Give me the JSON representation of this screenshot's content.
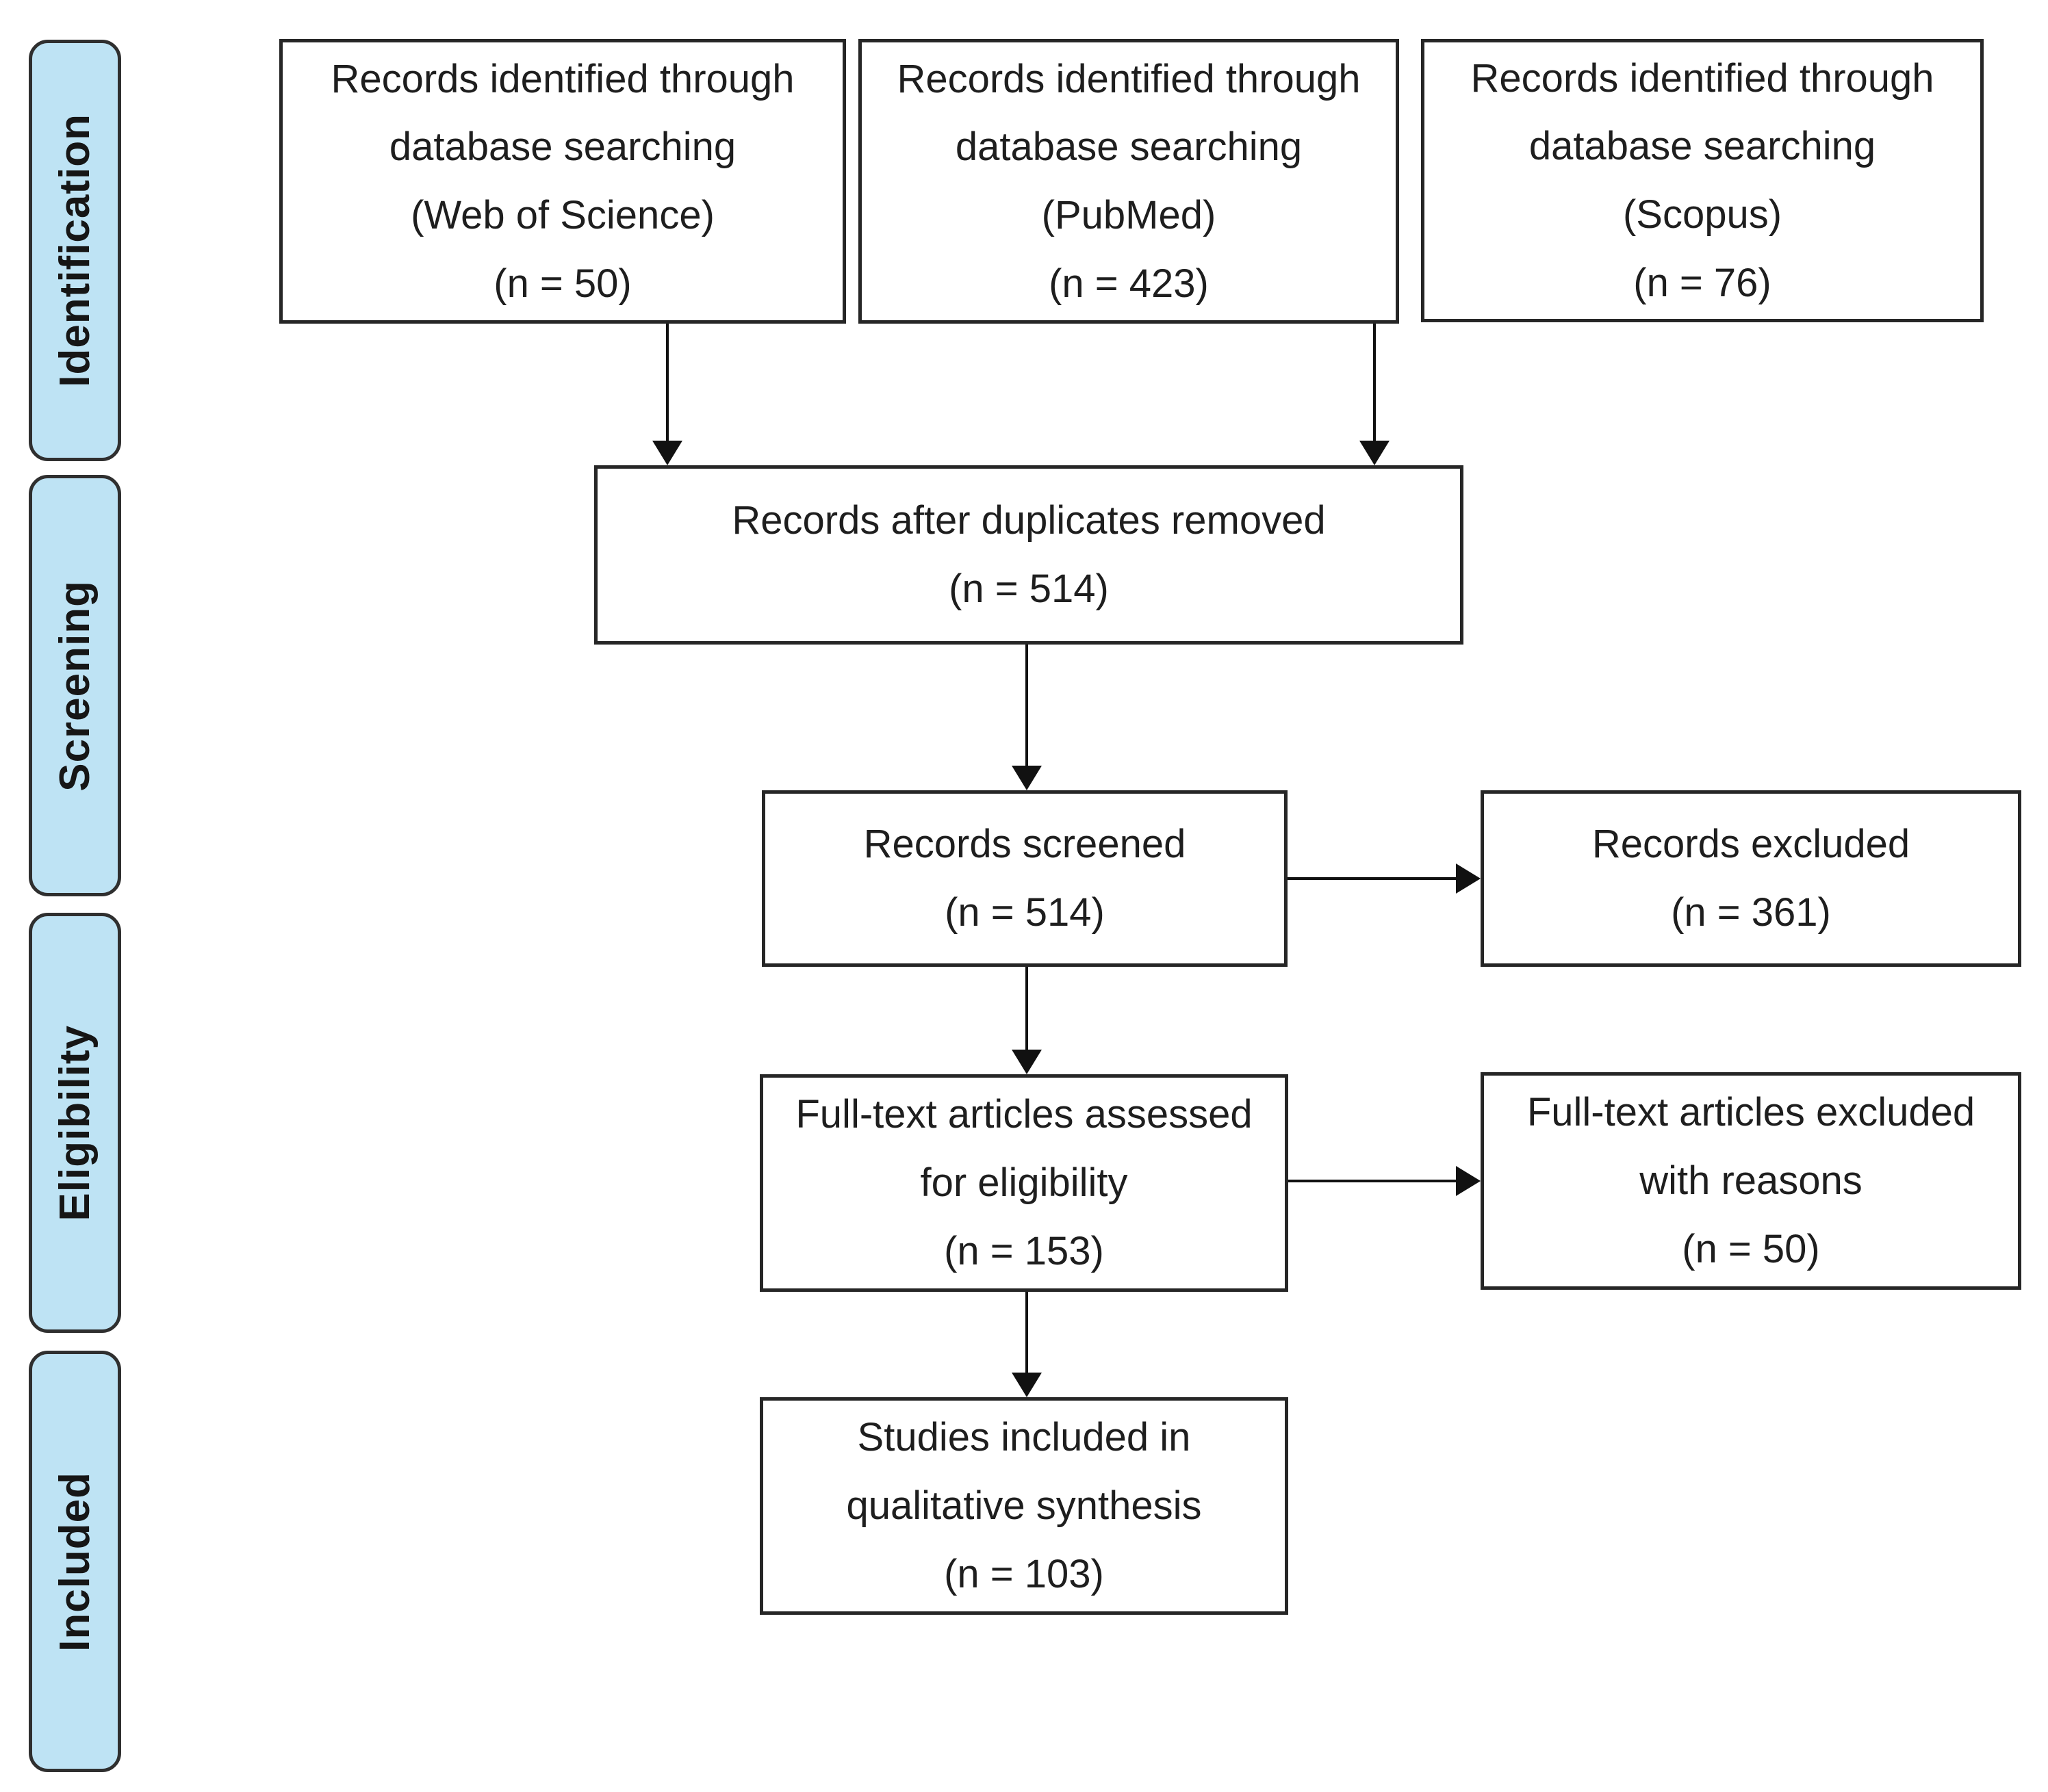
{
  "diagram_type": "PRISMA flow diagram",
  "colors": {
    "stage_tab_fill": "#bee3f4",
    "stage_tab_border": "#2f2f2f",
    "box_border": "#262626",
    "arrow": "#111111",
    "text": "#1e1e1e",
    "background": "#ffffff"
  },
  "stages": [
    {
      "label": "Identification"
    },
    {
      "label": "Screening"
    },
    {
      "label": "Eligibility"
    },
    {
      "label": "Included"
    }
  ],
  "boxes": {
    "wos": {
      "lines": [
        "Records identified through",
        "database searching",
        "(Web of Science)",
        "(n = 50)"
      ],
      "count": 50
    },
    "pubmed": {
      "lines": [
        "Records identified through",
        "database searching",
        "(PubMed)",
        "(n = 423)"
      ],
      "count": 423
    },
    "scopus": {
      "lines": [
        "Records identified through",
        "database searching",
        "(Scopus)",
        "(n = 76)"
      ],
      "count": 76
    },
    "duplicates": {
      "lines": [
        "Records after duplicates removed",
        "(n = 514)"
      ],
      "count": 514
    },
    "screened": {
      "lines": [
        "Records screened",
        "(n = 514)"
      ],
      "count": 514
    },
    "excluded": {
      "lines": [
        "Records excluded",
        "(n = 361)"
      ],
      "count": 361
    },
    "fulltext": {
      "lines": [
        "Full-text articles assessed",
        "for eligibility",
        "(n = 153)"
      ],
      "count": 153
    },
    "fulltext_excluded": {
      "lines": [
        "Full-text articles excluded",
        "with reasons",
        "(n = 50)"
      ],
      "count": 50
    },
    "included": {
      "lines": [
        "Studies included in",
        "qualitative synthesis",
        "(n = 103)"
      ],
      "count": 103
    }
  },
  "edges": [
    {
      "from": "wos",
      "to": "duplicates"
    },
    {
      "from": "pubmed",
      "to": "duplicates"
    },
    {
      "from": "duplicates",
      "to": "screened"
    },
    {
      "from": "screened",
      "to": "excluded"
    },
    {
      "from": "screened",
      "to": "fulltext"
    },
    {
      "from": "fulltext",
      "to": "fulltext_excluded"
    },
    {
      "from": "fulltext",
      "to": "included"
    }
  ]
}
